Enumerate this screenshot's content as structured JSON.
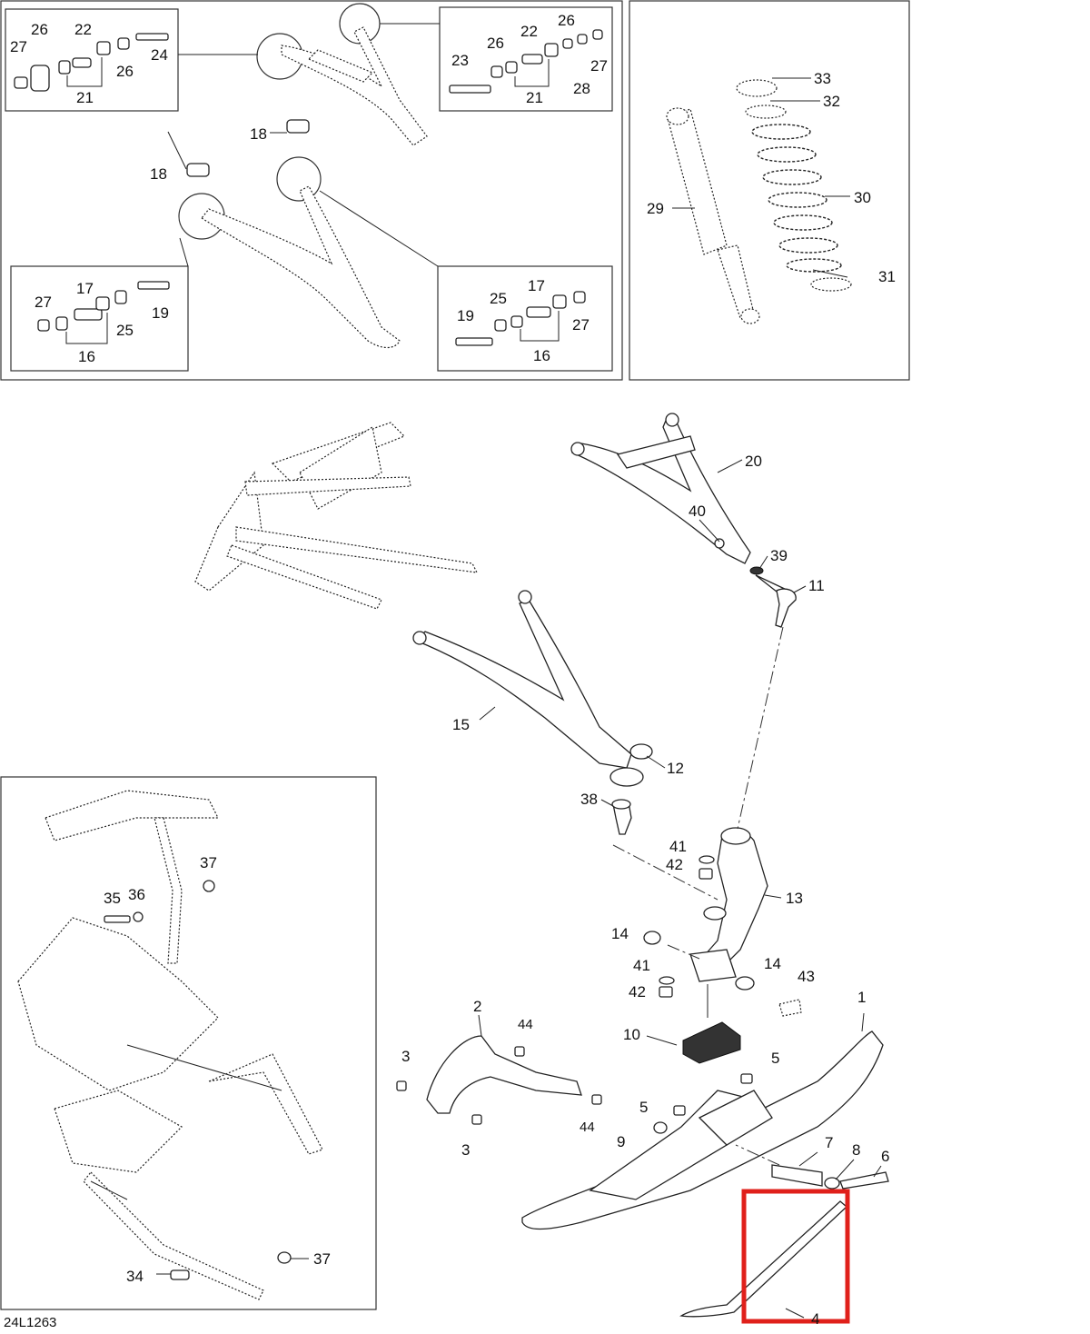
{
  "diagram": {
    "reference_code": "24L1263",
    "highlight_color": "#e0201b",
    "line_color": "#222222",
    "callouts": {
      "c1": "1",
      "c2": "2",
      "c3a": "3",
      "c3b": "3",
      "c4": "4",
      "c5a": "5",
      "c5b": "5",
      "c6": "6",
      "c7": "7",
      "c8": "8",
      "c9": "9",
      "c10": "10",
      "c11": "11",
      "c12": "12",
      "c13": "13",
      "c14a": "14",
      "c14b": "14",
      "c15": "15",
      "c16a": "16",
      "c16b": "16",
      "c17a": "17",
      "c17b": "17",
      "c18a": "18",
      "c18b": "18",
      "c19a": "19",
      "c19b": "19",
      "c20": "20",
      "c21a": "21",
      "c21b": "21",
      "c22a": "22",
      "c22b": "22",
      "c23": "23",
      "c24": "24",
      "c25a": "25",
      "c25b": "25",
      "c26a": "26",
      "c26b": "26",
      "c26c": "26",
      "c26d": "26",
      "c27a": "27",
      "c27b": "27",
      "c27c": "27",
      "c27d": "27",
      "c28": "28",
      "c29": "29",
      "c30": "30",
      "c31": "31",
      "c32": "32",
      "c33": "33",
      "c34": "34",
      "c35": "35",
      "c36": "36",
      "c37a": "37",
      "c37b": "37",
      "c38": "38",
      "c39": "39",
      "c40": "40",
      "c41a": "41",
      "c41b": "41",
      "c42a": "42",
      "c42b": "42",
      "c43": "43",
      "c44a": "44",
      "c44b": "44"
    }
  }
}
